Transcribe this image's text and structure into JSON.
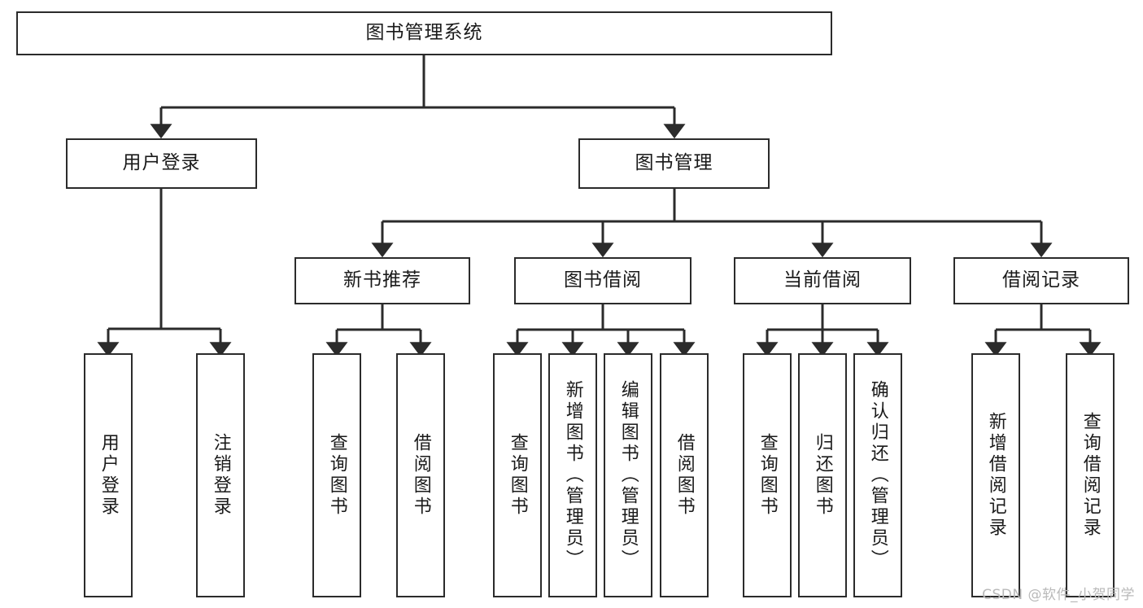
{
  "diagram": {
    "title": "图书管理系统",
    "watermark": "CSDN @软件_小贺同学",
    "level1": {
      "label": "图书管理系统"
    },
    "level2": [
      {
        "label": "用户登录"
      },
      {
        "label": "图书管理"
      }
    ],
    "level3": [
      {
        "label": "新书推荐"
      },
      {
        "label": "图书借阅"
      },
      {
        "label": "当前借阅"
      },
      {
        "label": "借阅记录"
      }
    ],
    "leaves": {
      "user_login": [
        {
          "label": "用户登录"
        },
        {
          "label": "注销登录"
        }
      ],
      "new_book_recommend": [
        {
          "label": "查询图书"
        },
        {
          "label": "借阅图书"
        }
      ],
      "book_borrow": [
        {
          "label": "查询图书"
        },
        {
          "label": "新增图书（管理员）"
        },
        {
          "label": "编辑图书（管理员）"
        },
        {
          "label": "借阅图书"
        }
      ],
      "current_borrow": [
        {
          "label": "查询图书"
        },
        {
          "label": "归还图书"
        },
        {
          "label": "确认归还（管理员）"
        }
      ],
      "borrow_record": [
        {
          "label": "新增借阅记录"
        },
        {
          "label": "查询借阅记录"
        }
      ]
    },
    "colors": {
      "stroke": "#2b2b2b",
      "fill": "#ffffff",
      "text": "#1a1a1a",
      "watermark": "#b9b9b9"
    }
  }
}
